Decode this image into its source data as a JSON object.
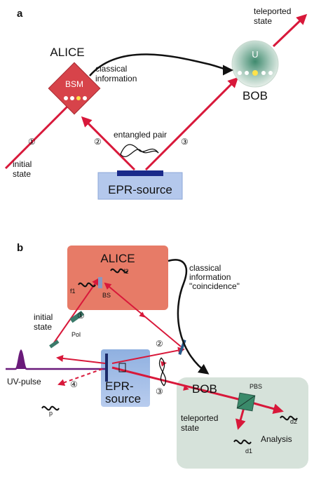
{
  "panel_a": {
    "letter": "a",
    "alice": "ALICE",
    "bsm": "BSM",
    "classical": [
      "classical",
      "information"
    ],
    "bob": "BOB",
    "u": "U",
    "teleported": [
      "teleported",
      "state"
    ],
    "entangled": "entangled pair",
    "source": "EPR-source",
    "initial": [
      "initial",
      "state"
    ],
    "photons": [
      "①",
      "②",
      "③"
    ]
  },
  "panel_b": {
    "letter": "b",
    "alice": "ALICE",
    "f1": "f1",
    "f2": "f2",
    "bs": "BS",
    "classical": [
      "classical",
      "information",
      "\"coincidence\""
    ],
    "initial": [
      "initial",
      "state"
    ],
    "pol": "Pol",
    "uv": "UV-pulse",
    "source": [
      "EPR-",
      "source"
    ],
    "p": "p",
    "bob": "BOB",
    "teleported": [
      "teleported",
      "state"
    ],
    "pbs": "PBS",
    "d1": "d1",
    "d2": "d2",
    "analysis": "Analysis",
    "photons": [
      "①",
      "②",
      "③",
      "④"
    ]
  },
  "colors": {
    "beam": "#d8183a",
    "alice_box": "#e8705e",
    "source_box": "#a9c1e6",
    "bob_box": "#d7e2da",
    "dark": "#111111"
  }
}
